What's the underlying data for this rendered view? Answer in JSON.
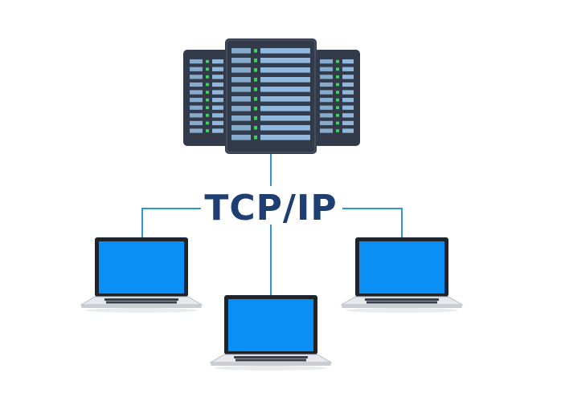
{
  "diagram": {
    "label": "TCP/IP",
    "nodes": [
      {
        "id": "server-rack",
        "kind": "server",
        "icon": "server-rack-icon"
      },
      {
        "id": "laptop-left",
        "kind": "client",
        "icon": "laptop-icon"
      },
      {
        "id": "laptop-center",
        "kind": "client",
        "icon": "laptop-icon"
      },
      {
        "id": "laptop-right",
        "kind": "client",
        "icon": "laptop-icon"
      }
    ],
    "edges": [
      {
        "from": "server-rack",
        "to": "laptop-left"
      },
      {
        "from": "server-rack",
        "to": "laptop-center"
      },
      {
        "from": "server-rack",
        "to": "laptop-right"
      }
    ]
  },
  "colors": {
    "label": "#1f3f73",
    "connector": "#2f97d6",
    "server_body": "#333a4a",
    "server_slot": "#8fb8dc",
    "server_led": "#39d65a",
    "screen": "#0a8ff5",
    "laptop_frame": "#1f232b",
    "laptop_base": "#e6e8ec"
  }
}
